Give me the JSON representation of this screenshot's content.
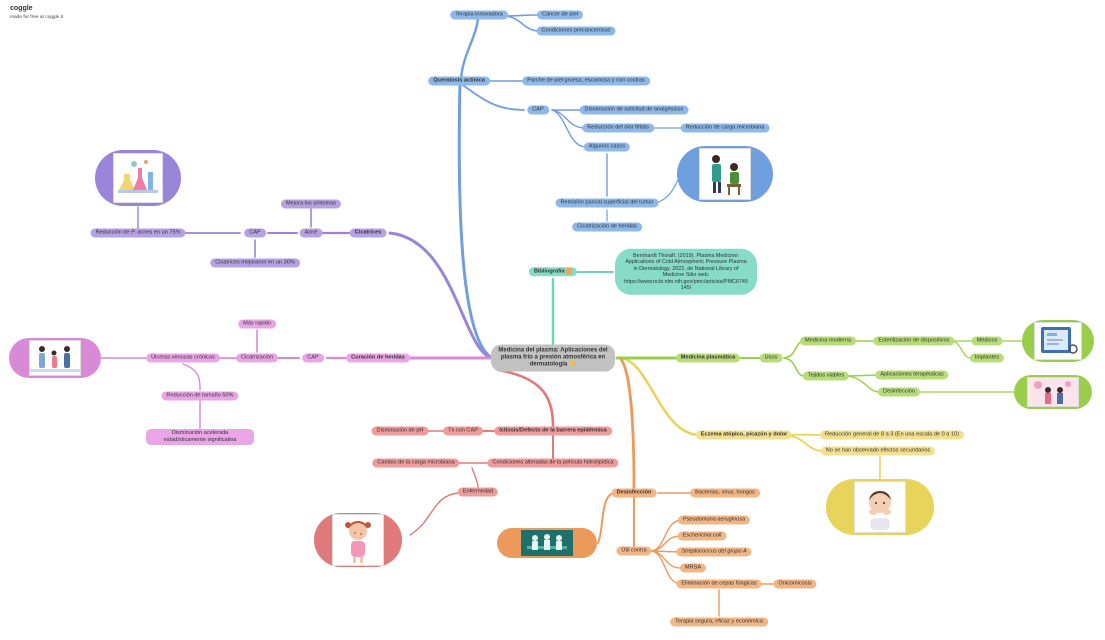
{
  "brand": {
    "logo": "coggle",
    "made": "made for free at coggle.it"
  },
  "center": "Medicina del plasma: Aplicaciones del plasma frío a presión atmosférica en dermatología",
  "nodes": {
    "terapia_innovadora": "Terapia innovadora",
    "cancer_piel": "Cáncer de piel",
    "condiciones_precancerosas": "Condiciones precancerosas",
    "queratosis": "Queratosis actínica",
    "parche": "Parche de piel gruesa, escamosa y con costras",
    "cap_q": "CAP",
    "disminucion_analgesicos": "Disminución de solicitud de analgésicos",
    "reduccion_olor": "Reducción del olor fétido",
    "reduccion_carga": "Reducción de carga microbiana",
    "algunos_casos": "Algunos casos",
    "remision": "Remisión parcial superficial del tumor",
    "cicatrizacion_heridas": "Cicatrización de heridas",
    "bibliografia": "Bibliografía",
    "biblio_text": "Bernhardt Thoralf. (2019). Plasma Medicine: Applications of Cold Atmospheric Pressure Plasma in Dermatology. 2022, de National Library of Medicine Sitio web:",
    "biblio_url": "https://www.ncbi.nlm.nih.gov/pmc/articles/PMC6745145/",
    "cicatrices": "Cicatrices",
    "acne": "Acné",
    "mejora_sintomas": "Mejora los síntomas",
    "cap_c": "CAP",
    "reduccion_acnes": "Reducción de P. acnes en un 75%",
    "cicatrices_mejoraron": "Cicatrices mejoraron en un 30%",
    "curacion_heridas": "Curación de heridas",
    "cap_h": "CAP",
    "cicatrizacion": "Cicatrización",
    "mas_rapido": "Más rapido",
    "ulceras": "Úlceras venosas crónicas",
    "reduccion_tamano": "Reducción de tamaño 50%",
    "disminucion_acelerada": "Disminución acelerada estadísticamente significativa",
    "ictiosis": "Ictiosis/Defecto de la barrera epidérmica",
    "tx_cap": "Tx con CAP",
    "disminucion_ph": "Disminución de pH",
    "condiciones_alteradas": "Condiciones alteradas de la película hidrolipídica",
    "cambio_carga": "Cambio de la carga microbiana",
    "enfermedad": "Enfermedad",
    "desinfeccion": "Desinfección",
    "bacterias": "Bacterias, virus, hongos",
    "util_contra": "Útil contra",
    "pseudomona": "Pseudomona aeruginosa",
    "escherichia": "Escherichia coli",
    "streptococcus": "Streptococcus del grupo A",
    "mrsa": "MRSA",
    "eliminacion": "Eliminación de cepas fúngicas",
    "onicomicosis": "Onicomicosis",
    "terapia_segura": "Terapia segura, eficaz y económica",
    "eczema": "Eczema atópico, picazón y dolor",
    "reduccion_general": "Reducción general de 8 a 3 (En una escala de 0 a 10)",
    "no_efectos": "No se han observado efectos secundarios",
    "medicina_plasmatica": "Medicina plasmática",
    "usos": "Usos",
    "medicina_moderna": "Medicina moderna",
    "esterilizacion": "Esterilización de dispositivos",
    "medicos": "Médicos",
    "implantes": "Implantes",
    "tejidos_viables": "Tejidos viables",
    "aplicaciones_terapeuticas": "Aplicaciones terapéuticas",
    "desinfeccion_m": "Desinfección"
  },
  "colors": {
    "blue": "#6f9fdc",
    "purple": "#9a84d9",
    "pink": "#d98ad6",
    "red": "#e07a7a",
    "orange": "#ec9a5b",
    "yellow": "#e8d45b",
    "green": "#9acd4a",
    "teal": "#6dd3bb"
  },
  "icons": [
    "lab-flask-icon",
    "doctor-patient-icon",
    "tablet-care-icon",
    "family-icon",
    "itchy-skin-person-icon",
    "lab-team-icon",
    "acne-girl-icon",
    "medical-lab-icon",
    "pointing-finger-icon"
  ]
}
